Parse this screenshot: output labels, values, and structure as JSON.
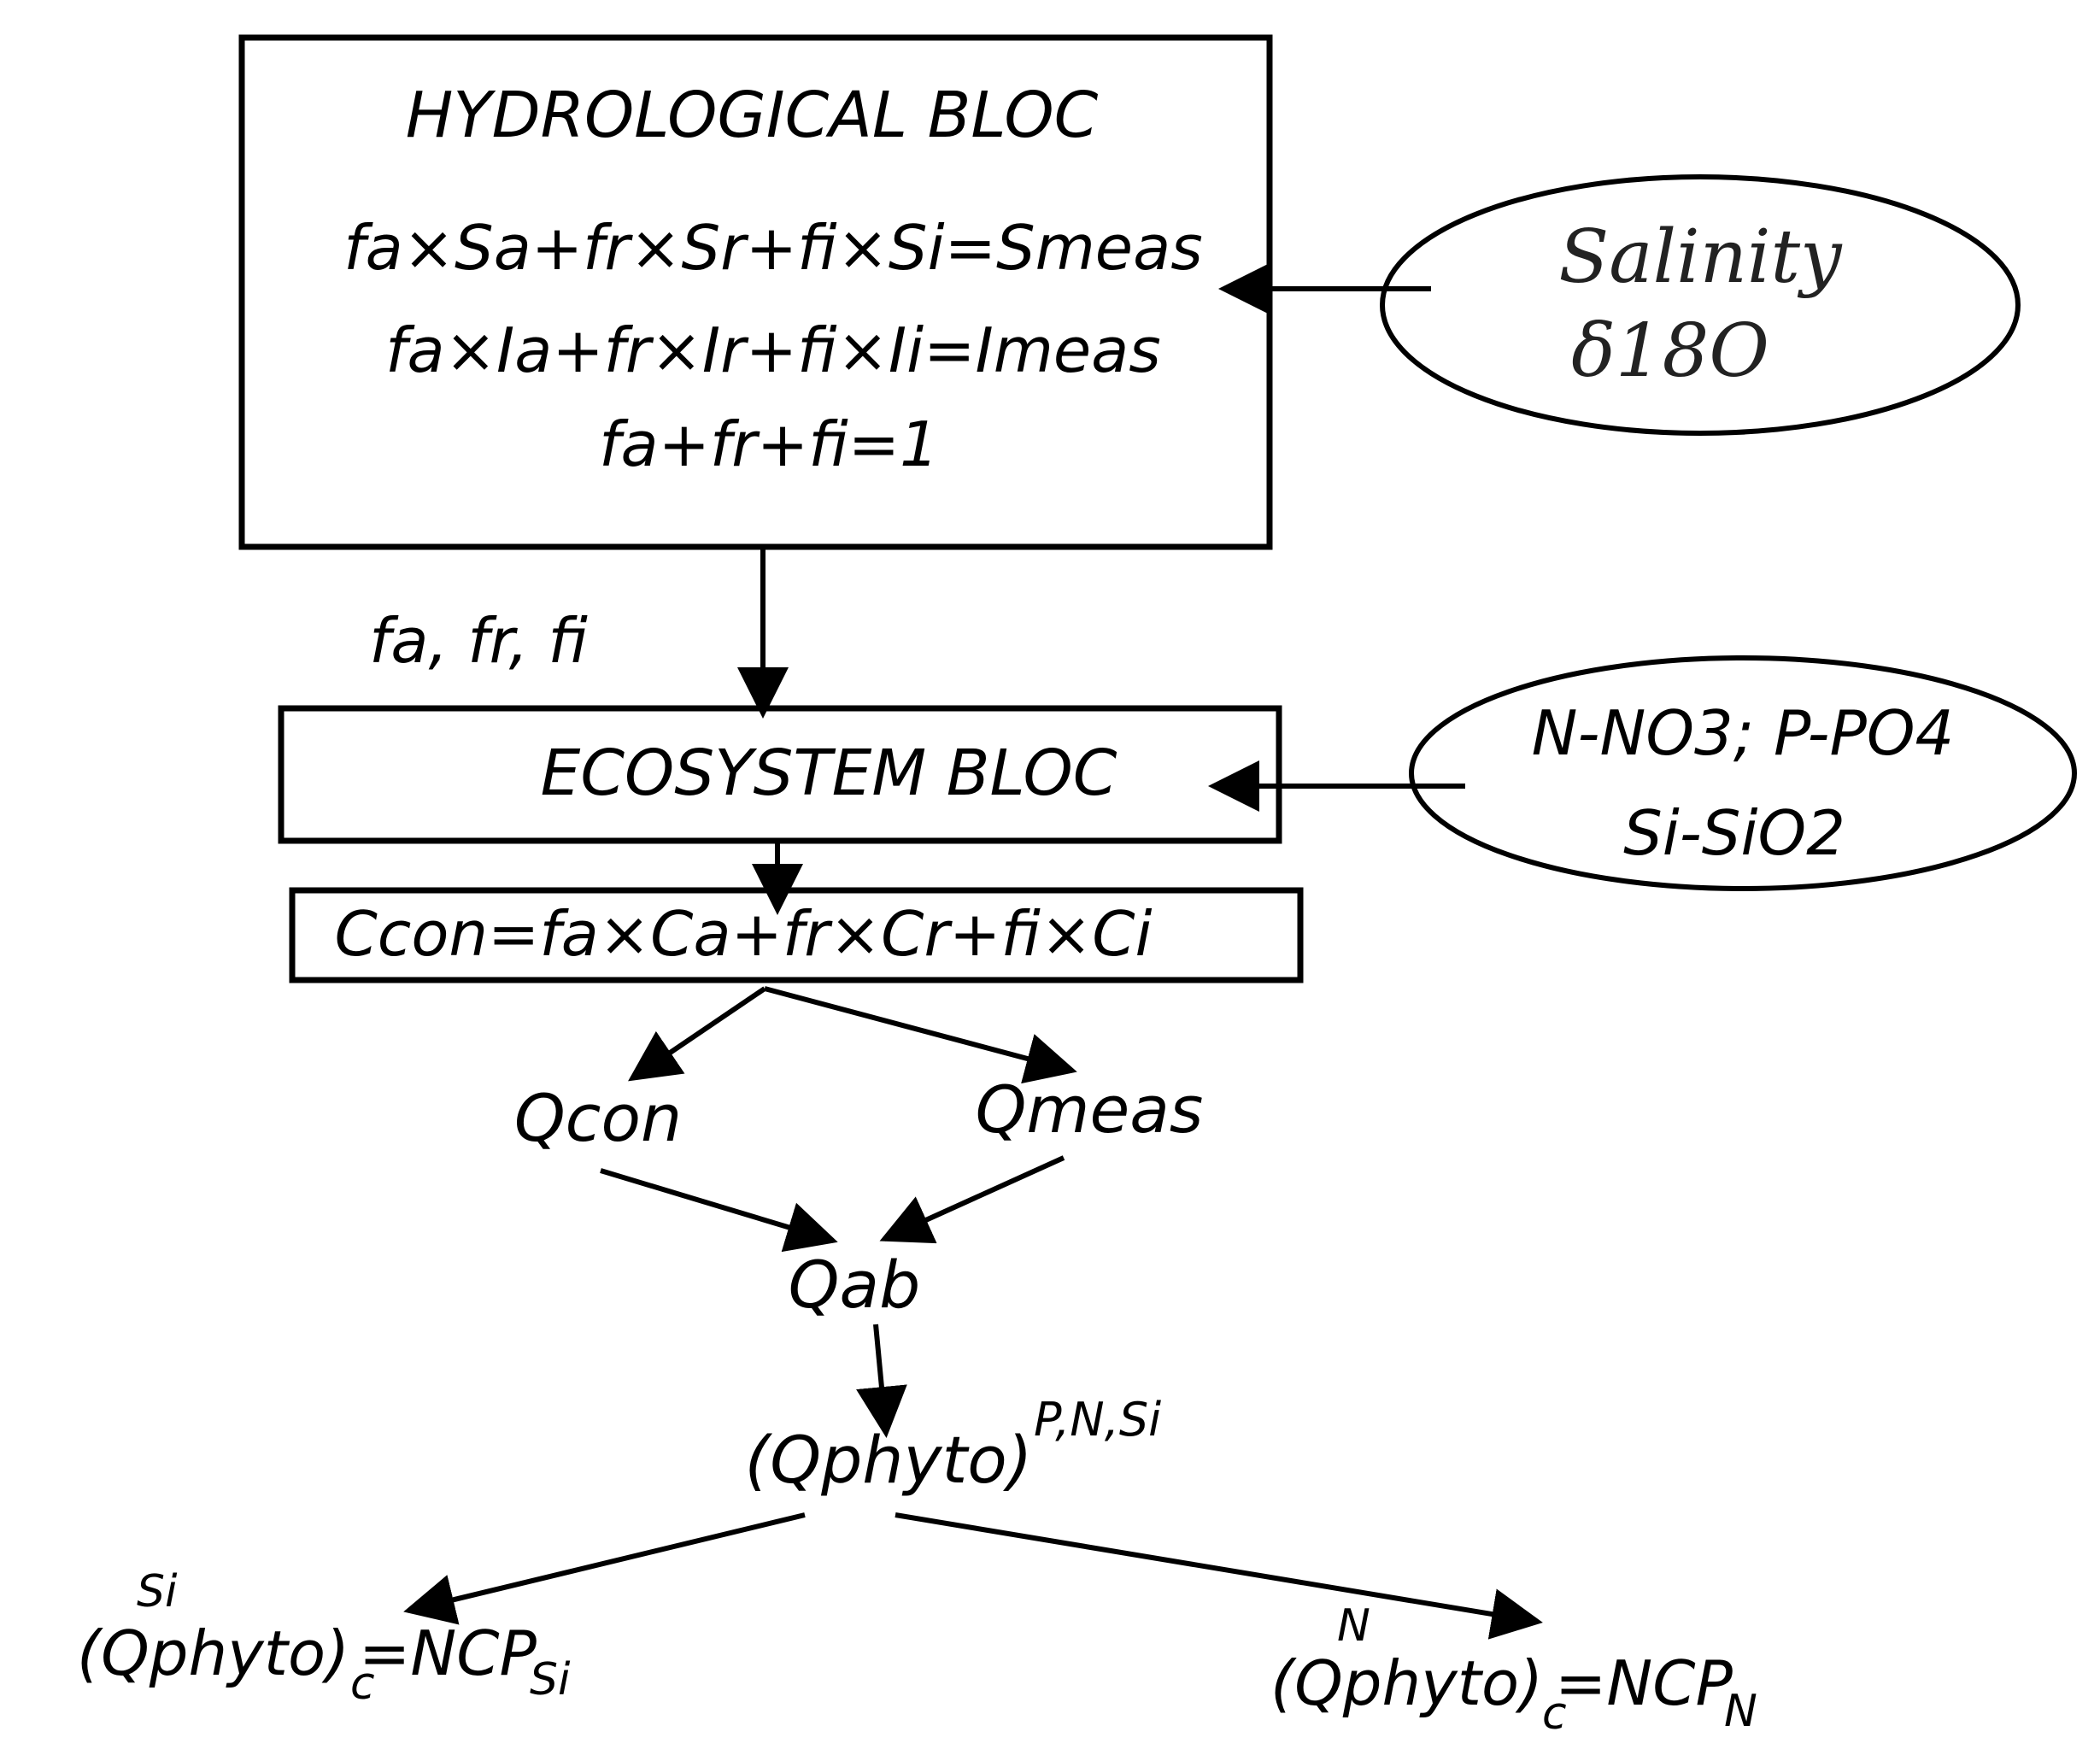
{
  "hydrological": {
    "title": "HYDROLOGICAL BLOC",
    "eq1": "fa×Sa+fr×Sr+fi×Si=Smeas",
    "eq2": "fa×Ia+fr×Ir+fi×Ii=Imeas",
    "eq3": "fa+fr+fi=1"
  },
  "salinity_input": {
    "line1": "Salinity",
    "line2": "δ18O"
  },
  "fractions_label": "fa, fr, fi",
  "ecosystem": {
    "title": "ECOSYSTEM BLOC"
  },
  "nutrients_input": {
    "line1": "N-NO3; P-PO4",
    "line2": "Si-SiO2"
  },
  "conservative_eq": "Ccon=fa×Ca+fr×Cr+fi×Ci",
  "nodes": {
    "qcon": "Qcon",
    "qmeas": "Qmeas",
    "qab": "Qab",
    "qphyto_base": "(Qphyto)",
    "qphyto_sup": "P,N,Si"
  },
  "outputs": {
    "si": {
      "base": "(Qphyto)",
      "sup": "Si",
      "sub": "c",
      "eq": "=NCP",
      "eq_sub": "Si"
    },
    "n": {
      "base": "(Qphyto)",
      "sup": "N",
      "sub": "c",
      "eq": "=NCP",
      "eq_sub": "N"
    }
  }
}
